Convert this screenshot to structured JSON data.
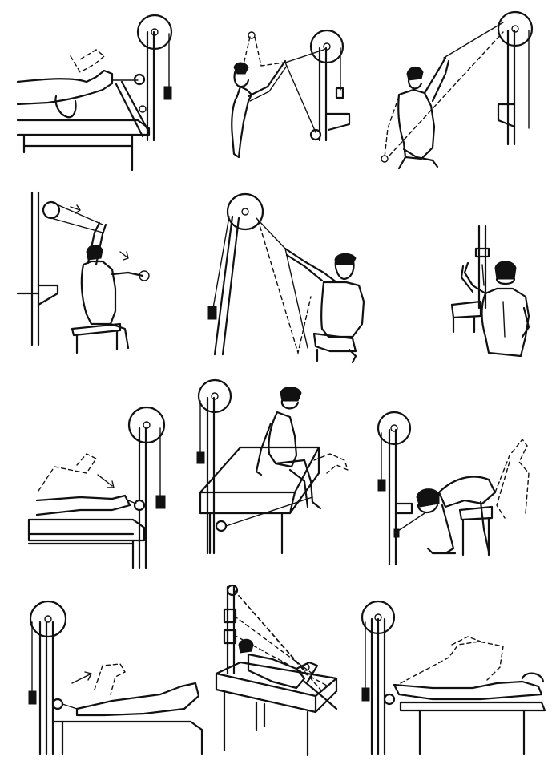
{
  "figure": {
    "description_visible_text": "",
    "panels": [
      {
        "id": "leg-raise-supine-pulley-foot"
      },
      {
        "id": "standing-arm-pull-wall-pulley"
      },
      {
        "id": "seated-arm-raise-overhead-pulley"
      },
      {
        "id": "seated-arm-pull-wall-pulley-back-view"
      },
      {
        "id": "seated-arm-raise-floor-pulley"
      },
      {
        "id": "seated-back-view-arm-curl"
      },
      {
        "id": "supine-knee-flexion-pulley"
      },
      {
        "id": "seated-table-knee-extension"
      },
      {
        "id": "seated-trunk-flexion-pulley"
      },
      {
        "id": "prone-leg-lift-pulley"
      },
      {
        "id": "prone-table-knee-flexion"
      },
      {
        "id": "supine-hip-flexion-pulley"
      }
    ]
  }
}
